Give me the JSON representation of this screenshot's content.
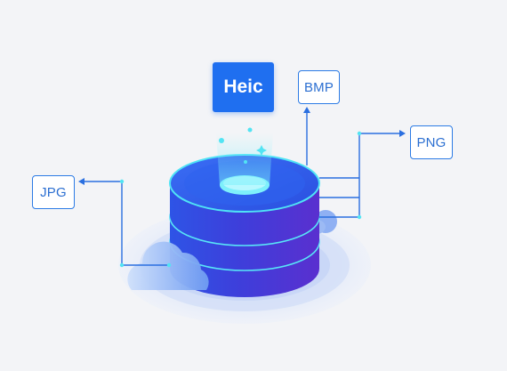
{
  "source_format": {
    "label": "Heic"
  },
  "target_formats": {
    "bmp": "BMP",
    "png": "PNG",
    "jpg": "JPG"
  },
  "colors": {
    "background": "#f3f4f7",
    "accent_blue": "#1f6ff0",
    "box_border": "#2c7be5",
    "box_text": "#2c6fd1",
    "cylinder_top": "#2f5cf0",
    "cylinder_side": "#4b34d6",
    "glow_cyan": "#4fe3f5",
    "cloud": "#8fb4f5"
  },
  "icons": {
    "central": "database-cylinder-icon",
    "clouds": "cloud-icon"
  }
}
